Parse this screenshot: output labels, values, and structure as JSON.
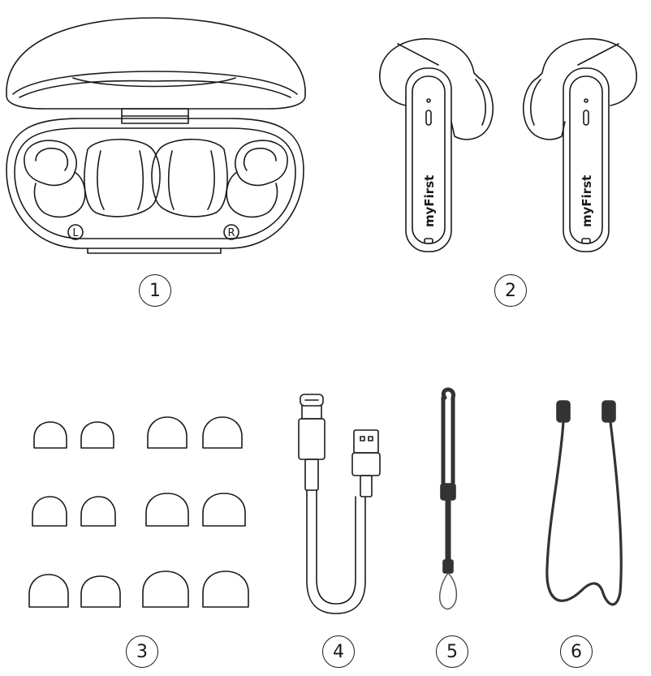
{
  "items": [
    {
      "number": "1",
      "case_letters": [
        "L",
        "R"
      ]
    },
    {
      "number": "2",
      "brand": "myFirst"
    },
    {
      "number": "3"
    },
    {
      "number": "4"
    },
    {
      "number": "5"
    },
    {
      "number": "6"
    }
  ],
  "colors": {
    "line": "#1a1a1a",
    "lanyard": "#333333",
    "background": "#ffffff"
  }
}
